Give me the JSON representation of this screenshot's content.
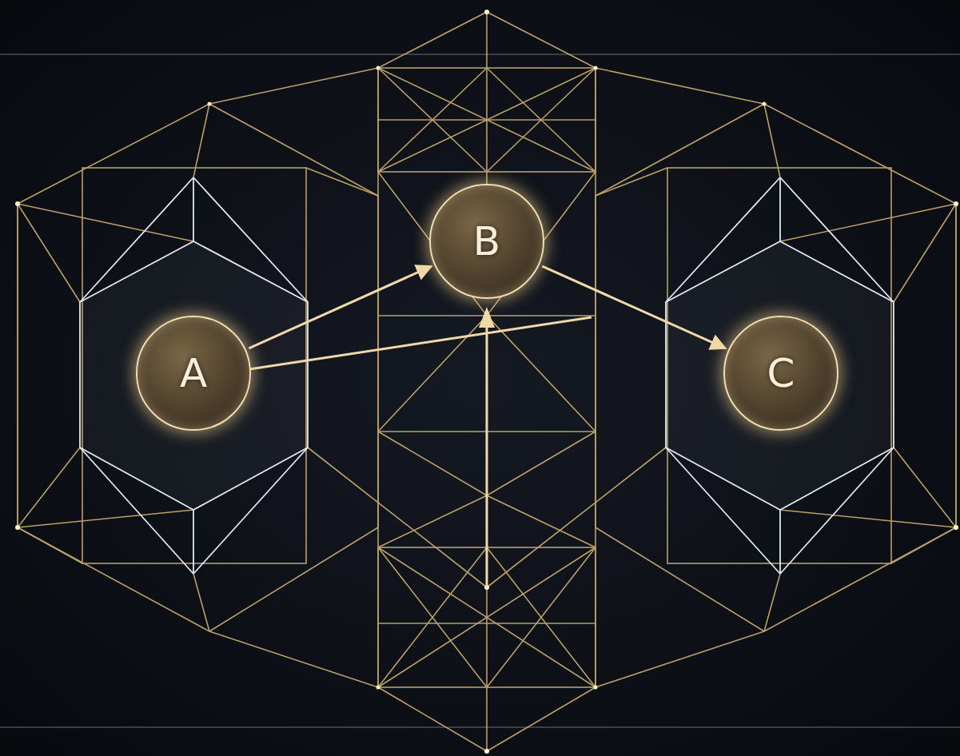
{
  "diagram": {
    "nodes": [
      {
        "text": [
          "A"
        ]
      },
      {
        "text": [
          "B"
        ]
      },
      {
        "text": [
          "C"
        ]
      }
    ],
    "edges": [
      {
        "from": 0,
        "to": 1,
        "arrow": "to"
      },
      {
        "from": 1,
        "to": 2,
        "arrow": "to"
      }
    ]
  }
}
